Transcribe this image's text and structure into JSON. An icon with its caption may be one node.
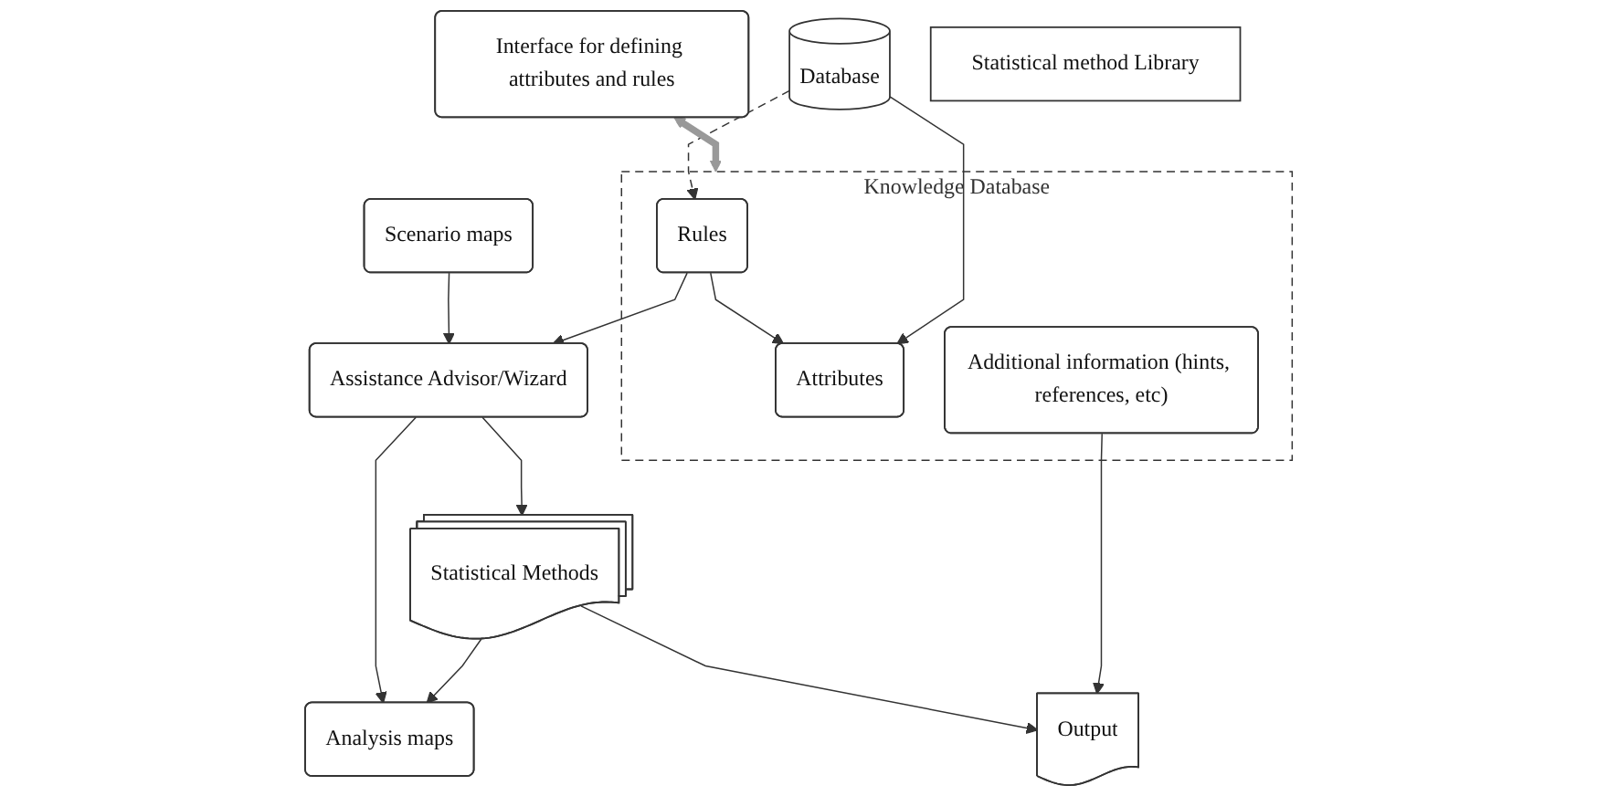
{
  "diagram": {
    "nodes": [
      {
        "text": [
          "Scenario maps"
        ]
      },
      {
        "text": [
          "Interface for defining attributes and rules"
        ]
      },
      {
        "text": [
          "Assistance Advisor/Wizard"
        ]
      },
      {
        "text": [
          "Knowledge Database"
        ]
      },
      {
        "text": [
          "Rules"
        ],
        "in": 3
      },
      {
        "text": [
          "Attributes"
        ],
        "in": 3
      },
      {
        "text": [
          "Additional information (hints, references, etc)"
        ],
        "in": 3
      },
      {
        "text": [
          "Analysis maps"
        ]
      },
      {
        "text": [
          "Statistical Methods"
        ]
      },
      {
        "text": [
          "Database"
        ]
      },
      {
        "text": [
          "Output"
        ]
      },
      {
        "text": [
          "Statistical method Library"
        ]
      }
    ],
    "edges": [
      {
        "from": 0,
        "to": 2,
        "arrow": "to"
      },
      {
        "from": 1,
        "to": 3,
        "arrow": "both",
        "style": "thick",
        "color": "#999999"
      },
      {
        "from": 4,
        "to": 2,
        "arrow": "to"
      },
      {
        "from": 4,
        "to": 5,
        "arrow": "to"
      },
      {
        "from": 9,
        "to": 4,
        "arrow": "to",
        "style": "dashed"
      },
      {
        "from": 9,
        "to": 5,
        "arrow": "to"
      },
      {
        "from": 2,
        "to": 8,
        "arrow": "to"
      },
      {
        "from": 2,
        "to": 7,
        "arrow": "to"
      },
      {
        "from": 8,
        "to": 7,
        "arrow": "to"
      },
      {
        "from": 8,
        "to": 10,
        "arrow": "to"
      },
      {
        "from": 6,
        "to": 10,
        "arrow": "to"
      }
    ]
  }
}
